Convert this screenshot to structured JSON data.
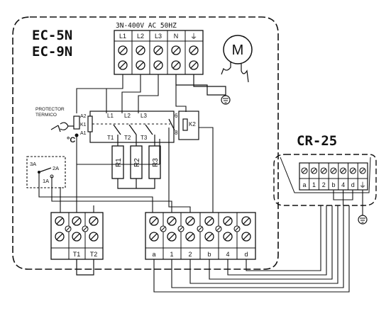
{
  "unit": {
    "models": [
      "EC-5N",
      "EC-9N"
    ],
    "supply": "3N-400V AC 50HZ",
    "supply_terminals": [
      "L1",
      "L2",
      "L3",
      "N",
      "⏚"
    ],
    "motor_symbol": "M",
    "protector_label": [
      "PROTECTOR",
      "TERMICO"
    ],
    "protector_unit": "°C",
    "contactor_terminals_left": [
      "A2",
      "K1",
      "A1"
    ],
    "contactor_top_labels": [
      "L1",
      "L2",
      "L3"
    ],
    "contactor_bottom_labels": [
      "T1",
      "T2",
      "T3"
    ],
    "relay_labels": [
      "6",
      "K2",
      "8"
    ],
    "heaters": [
      "R1",
      "R2",
      "R3"
    ],
    "switch_labels": [
      "3A",
      "2A",
      "1A"
    ],
    "bottom_left_terminals": [
      "T1",
      "T2"
    ],
    "bottom_right_terminals": [
      "a",
      "1",
      "2",
      "b",
      "4",
      "d"
    ]
  },
  "panel": {
    "model": "CR-25",
    "terminals": [
      "a",
      "1",
      "2",
      "b",
      "4",
      "d",
      "⏚"
    ]
  }
}
